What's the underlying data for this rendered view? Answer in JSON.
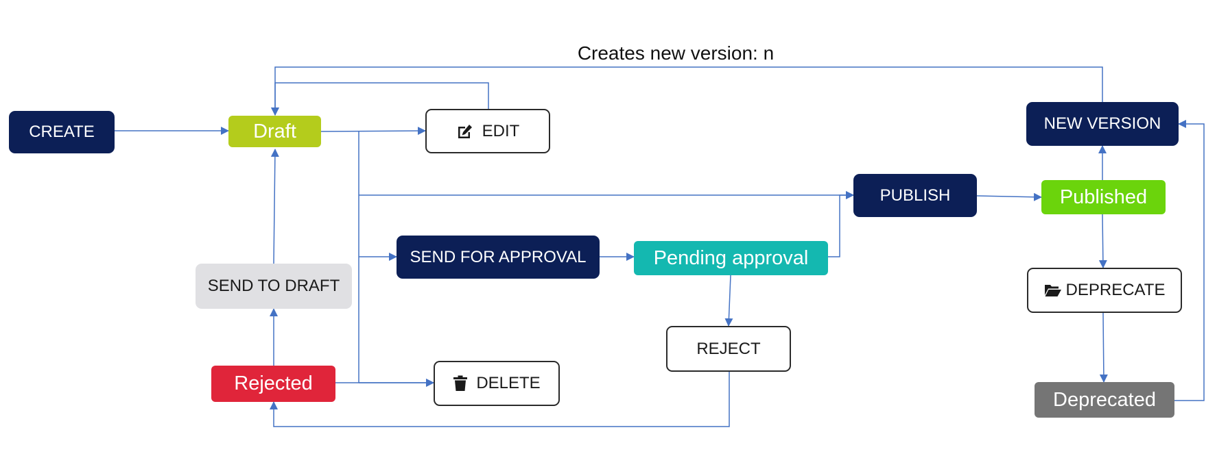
{
  "diagram": {
    "title": "Creates new version: n",
    "colors": {
      "connector": "#4472c4",
      "action_dark": "#0c1f56",
      "draft": "#b4cc1c",
      "published": "#6bd40c",
      "pending": "#14b8b0",
      "rejected": "#e0253a",
      "deprecated": "#757575",
      "send_to_draft": "#e0e0e3"
    },
    "nodes": {
      "create": "CREATE",
      "draft": "Draft",
      "edit": "EDIT",
      "send_for_approval": "SEND FOR APPROVAL",
      "pending_approval": "Pending approval",
      "publish": "PUBLISH",
      "published": "Published",
      "new_version": "NEW VERSION",
      "deprecate": "DEPRECATE",
      "deprecated": "Deprecated",
      "reject": "REJECT",
      "rejected": "Rejected",
      "send_to_draft": "SEND TO DRAFT",
      "delete": "DELETE"
    },
    "icons": {
      "edit": "edit-icon",
      "deprecate": "folder-open-icon",
      "delete": "trash-icon"
    }
  }
}
